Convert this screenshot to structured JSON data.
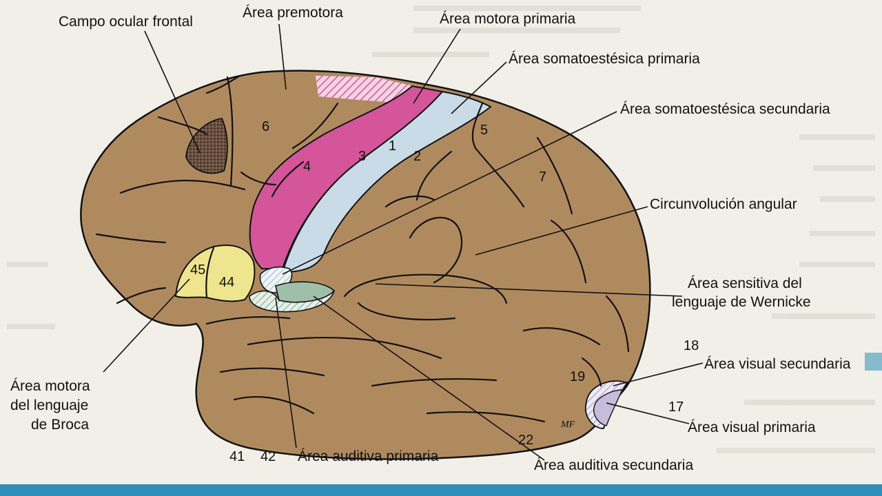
{
  "labels": {
    "campo_ocular_frontal": "Campo ocular frontal",
    "area_premotora": "Área premotora",
    "area_motora_primaria": "Área motora primaria",
    "area_somatoestesica_primaria": "Área somatoestésica primaria",
    "area_somatoestesica_secundaria": "Área somatoestésica secundaria",
    "circunvolucion_angular": "Circunvolución angular",
    "area_wernicke_line1": "Área sensitiva del",
    "area_wernicke_line2": "lenguaje de Wernicke",
    "num_18": "18",
    "area_visual_secundaria": "Área visual secundaria",
    "num_17": "17",
    "area_visual_primaria": "Área visual primaria",
    "area_auditiva_secundaria": "Área auditiva secundaria",
    "area_auditiva_primaria": "Área auditiva primaria",
    "num_41": "41",
    "num_42": "42",
    "num_22": "22",
    "broca_line1": "Área motora",
    "broca_line2": "del lenguaje",
    "broca_line3": "de Broca"
  },
  "region_numbers": {
    "n6": "6",
    "n4": "4",
    "n3": "3",
    "n1": "1",
    "n2": "2",
    "n5": "5",
    "n7": "7",
    "n45": "45",
    "n44": "44",
    "n19": "19"
  },
  "signature": "MF",
  "colors": {
    "brain": "#b08a5f",
    "motor": "#d4559a",
    "somatosensory": "#c8dbe6",
    "broca": "#efe58f",
    "auditory": "#9fbfa9",
    "visual": "#c7bcdc",
    "frontal_eye": "#6a5040"
  }
}
